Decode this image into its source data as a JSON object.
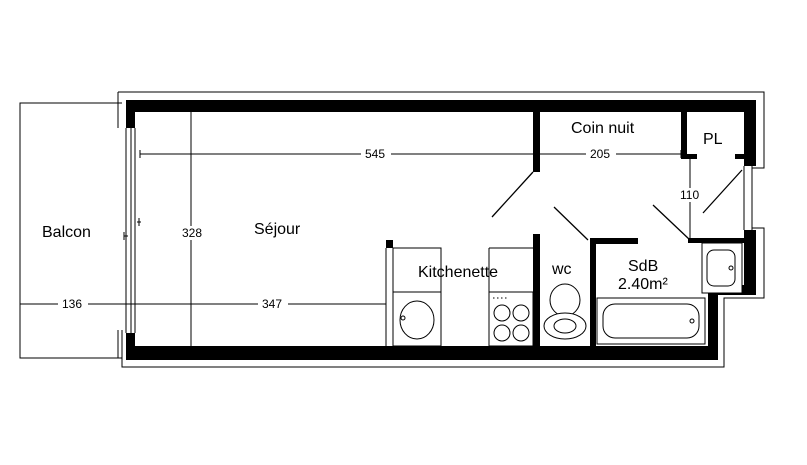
{
  "rooms": {
    "balcon": "Balcon",
    "sejour": "Séjour",
    "coin_nuit": "Coin nuit",
    "pl": "PL",
    "kitchenette": "Kitchenette",
    "wc": "wc",
    "sdb": "SdB",
    "sdb_area": "2.40m²"
  },
  "dimensions": {
    "d545": "545",
    "d205": "205",
    "d328": "328",
    "d110": "110",
    "d136": "136",
    "d347": "347"
  }
}
